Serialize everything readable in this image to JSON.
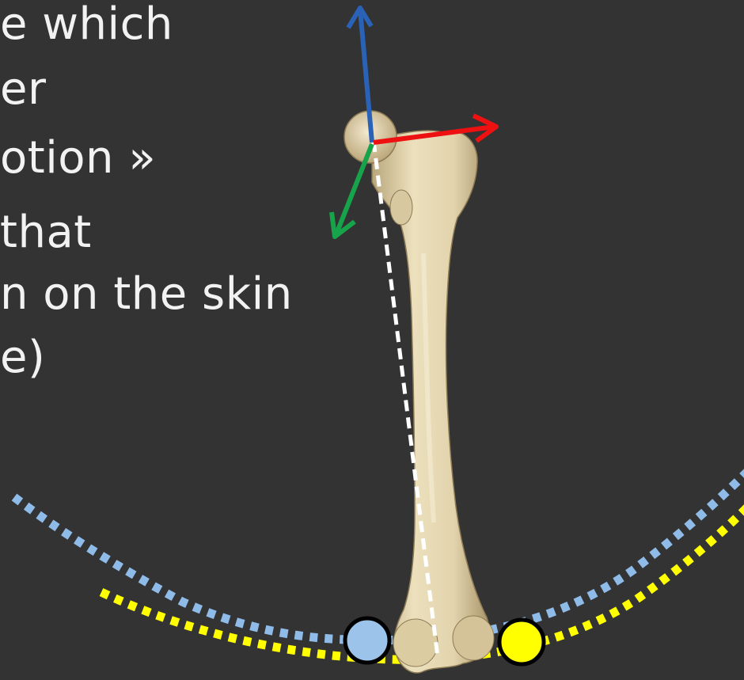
{
  "text_lines": [
    "e which",
    "er",
    "otion »",
    " that",
    "n on the skin",
    "e)"
  ],
  "colors": {
    "background": "#333333",
    "text": "#f2f2f2",
    "axis_up": "#2a62b8",
    "axis_right": "#ee1111",
    "axis_front": "#16a34a",
    "projection_line": "#ffffff",
    "trajectory_light_blue": "#8fbbe8",
    "trajectory_yellow": "#ffff00",
    "bone": "#e5d8b4"
  },
  "icons": [
    "femur-bone-icon",
    "arrow-up-icon",
    "arrow-right-icon",
    "arrow-down-left-icon",
    "marker-circle-icon"
  ]
}
